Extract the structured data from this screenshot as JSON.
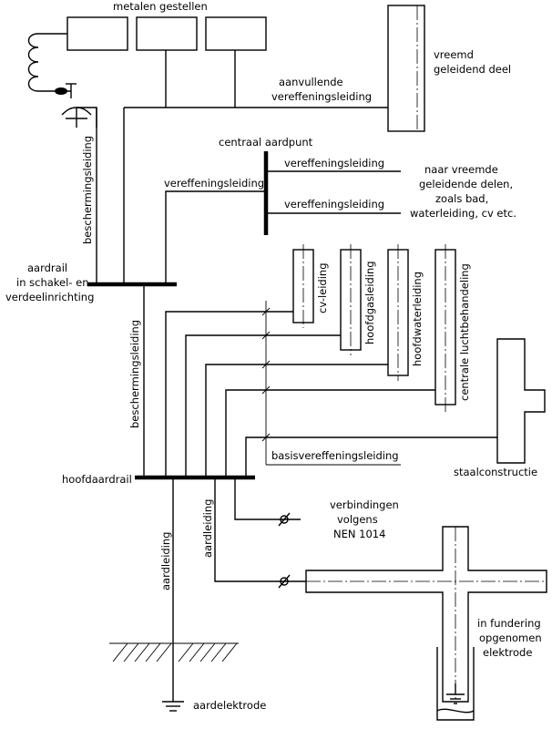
{
  "labels": {
    "metalen_gestellen": "metalen gestellen",
    "vreemd_1": "vreemd",
    "vreemd_2": "geleidend deel",
    "aanvullende_1": "aanvullende",
    "aanvullende_2": "vereffeningsleiding",
    "centraal_aardpunt": "centraal aardpunt",
    "vereff_left": "vereffeningsleiding",
    "vereff_top": "vereffeningsleiding",
    "vereff_bottom": "vereffeningsleiding",
    "naar_1": "naar vreemde",
    "naar_2": "geleidende delen,",
    "naar_3": "zoals bad,",
    "naar_4": "waterleiding, cv etc.",
    "bescherming_top": "beschermingsleiding",
    "aardrail_1": "aardrail",
    "aardrail_2": "in schakel- en",
    "aardrail_3": "verdeelinrichting",
    "cv_leiding": "cv-leiding",
    "hoofdgasleiding": "hoofdgasleiding",
    "hoofdwaterleiding": "hoofdwaterleiding",
    "centrale_lucht": "centrale luchtbehandeling",
    "bescherming_mid": "beschermingsleiding",
    "basisvereff": "basisvereffeningsleiding",
    "staalconstructie": "staalconstructie",
    "hoofdaardrail": "hoofdaardrail",
    "verbindingen_1": "verbindingen",
    "verbindingen_2": "volgens",
    "verbindingen_3": "NEN 1014",
    "aardleiding_1": "aardleiding",
    "aardleiding_2": "aardleiding",
    "fundering_1": "in fundering",
    "fundering_2": "opgenomen",
    "fundering_3": "elektrode",
    "aardelektrode": "aardelektrode"
  }
}
